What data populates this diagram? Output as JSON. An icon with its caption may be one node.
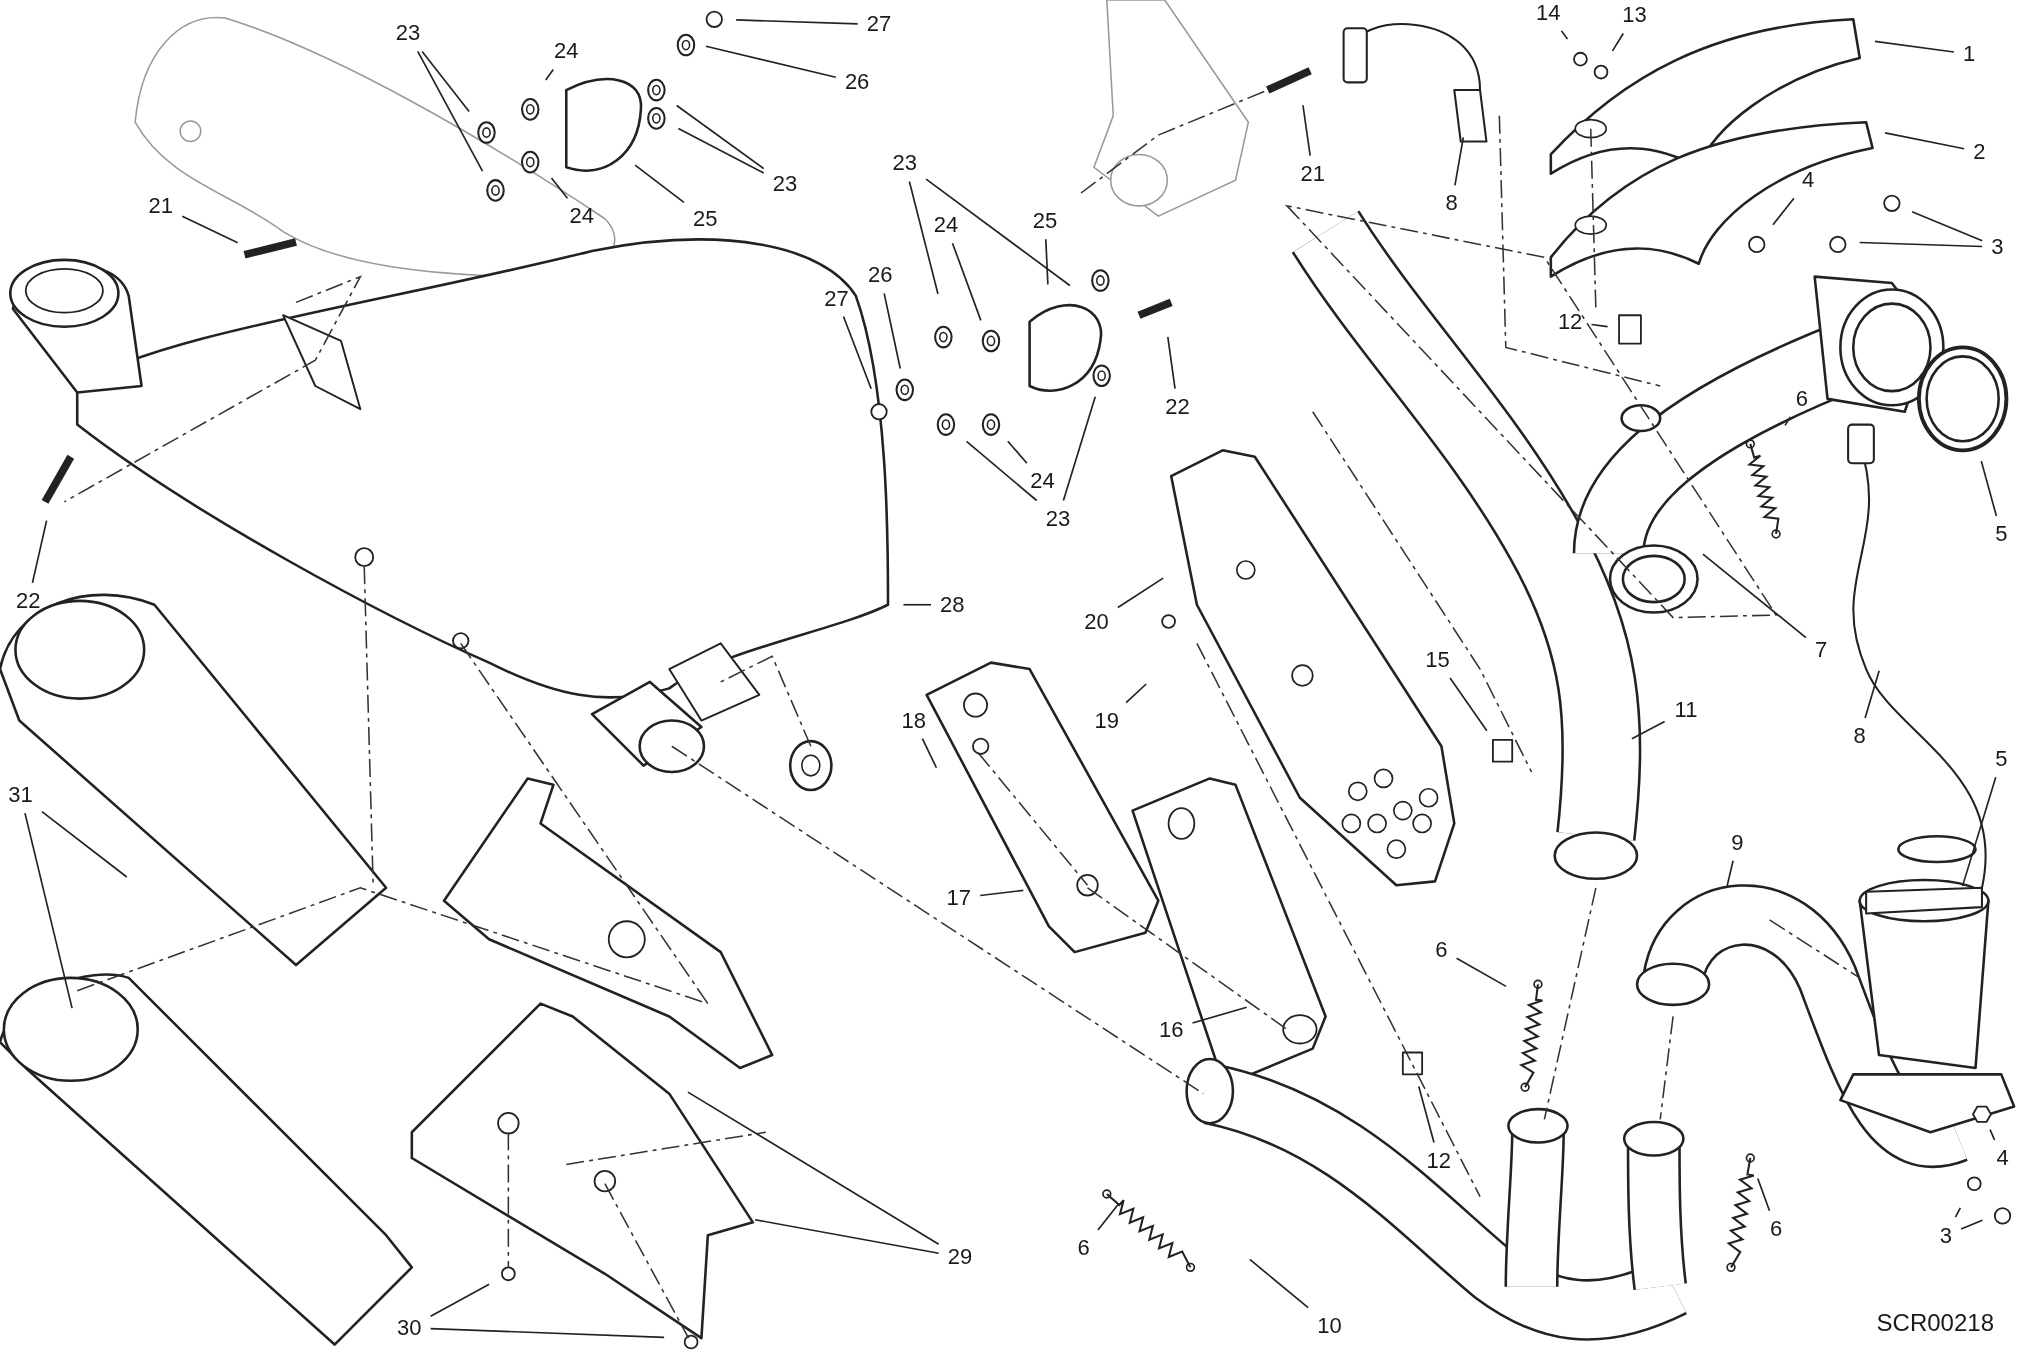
{
  "diagram": {
    "nodes": [
      {
        "text": [
          "27"
        ]
      },
      {
        "text": [
          "26"
        ]
      },
      {
        "text": [
          "23"
        ]
      },
      {
        "text": [
          "24"
        ]
      },
      {
        "text": [
          "25"
        ]
      },
      {
        "text": [
          "23"
        ]
      },
      {
        "text": [
          "24"
        ]
      },
      {
        "text": [
          "21"
        ]
      },
      {
        "text": [
          "22"
        ]
      },
      {
        "text": [
          "23"
        ]
      },
      {
        "text": [
          "24"
        ]
      },
      {
        "text": [
          "25"
        ]
      },
      {
        "text": [
          "26"
        ]
      },
      {
        "text": [
          "27"
        ]
      },
      {
        "text": [
          "22"
        ]
      },
      {
        "text": [
          "24"
        ]
      },
      {
        "text": [
          "23"
        ]
      },
      {
        "text": [
          "21"
        ]
      },
      {
        "text": [
          "8"
        ]
      },
      {
        "text": [
          "14"
        ]
      },
      {
        "text": [
          "13"
        ]
      },
      {
        "text": [
          "1"
        ]
      },
      {
        "text": [
          "2"
        ]
      },
      {
        "text": [
          "4"
        ]
      },
      {
        "text": [
          "3"
        ]
      },
      {
        "text": [
          "12"
        ]
      },
      {
        "text": [
          "6"
        ]
      },
      {
        "text": [
          "5"
        ]
      },
      {
        "text": [
          "7"
        ]
      },
      {
        "text": [
          "28"
        ]
      },
      {
        "text": [
          "20"
        ]
      },
      {
        "text": [
          "15"
        ]
      },
      {
        "text": [
          "19"
        ]
      },
      {
        "text": [
          "18"
        ]
      },
      {
        "text": [
          "11"
        ]
      },
      {
        "text": [
          "8"
        ]
      },
      {
        "text": [
          "5"
        ]
      },
      {
        "text": [
          "31"
        ]
      },
      {
        "text": [
          "9"
        ]
      },
      {
        "text": [
          "17"
        ]
      },
      {
        "text": [
          "6"
        ]
      },
      {
        "text": [
          "16"
        ]
      },
      {
        "text": [
          "12"
        ]
      },
      {
        "text": [
          "4"
        ]
      },
      {
        "text": [
          "6"
        ]
      },
      {
        "text": [
          "6"
        ]
      },
      {
        "text": [
          "3"
        ]
      },
      {
        "text": [
          "29"
        ]
      },
      {
        "text": [
          "10"
        ]
      },
      {
        "text": [
          "30"
        ]
      }
    ],
    "edges": [
      {
        "from": 0,
        "to": null,
        "arrow": "none"
      },
      {
        "from": 1,
        "to": null,
        "arrow": "none"
      },
      {
        "from": 2,
        "to": null,
        "arrow": "none"
      },
      {
        "from": 2,
        "to": null,
        "arrow": "none"
      },
      {
        "from": 3,
        "to": null,
        "arrow": "none"
      },
      {
        "from": 4,
        "to": null,
        "arrow": "none"
      },
      {
        "from": 5,
        "to": null,
        "arrow": "none"
      },
      {
        "from": 5,
        "to": null,
        "arrow": "none"
      },
      {
        "from": 6,
        "to": null,
        "arrow": "none"
      },
      {
        "from": 7,
        "to": null,
        "arrow": "none"
      },
      {
        "from": 8,
        "to": null,
        "arrow": "none"
      },
      {
        "from": 9,
        "to": null,
        "arrow": "none"
      },
      {
        "from": 9,
        "to": null,
        "arrow": "none"
      },
      {
        "from": 10,
        "to": null,
        "arrow": "none"
      },
      {
        "from": 11,
        "to": null,
        "arrow": "none"
      },
      {
        "from": 12,
        "to": null,
        "arrow": "none"
      },
      {
        "from": 13,
        "to": null,
        "arrow": "none"
      },
      {
        "from": 14,
        "to": null,
        "arrow": "none"
      },
      {
        "from": 15,
        "to": null,
        "arrow": "none"
      },
      {
        "from": 16,
        "to": null,
        "arrow": "none"
      },
      {
        "from": 16,
        "to": null,
        "arrow": "none"
      },
      {
        "from": 17,
        "to": null,
        "arrow": "none"
      },
      {
        "from": 18,
        "to": null,
        "arrow": "none"
      },
      {
        "from": 19,
        "to": null,
        "arrow": "none"
      },
      {
        "from": 20,
        "to": null,
        "arrow": "none"
      },
      {
        "from": 21,
        "to": null,
        "arrow": "none"
      },
      {
        "from": 22,
        "to": null,
        "arrow": "none"
      },
      {
        "from": 23,
        "to": null,
        "arrow": "none"
      },
      {
        "from": 24,
        "to": null,
        "arrow": "none"
      },
      {
        "from": 24,
        "to": null,
        "arrow": "none"
      },
      {
        "from": 25,
        "to": null,
        "arrow": "none"
      },
      {
        "from": 26,
        "to": null,
        "arrow": "none"
      },
      {
        "from": 27,
        "to": null,
        "arrow": "none"
      },
      {
        "from": 28,
        "to": null,
        "arrow": "none"
      },
      {
        "from": 29,
        "to": null,
        "arrow": "none"
      },
      {
        "from": 30,
        "to": null,
        "arrow": "none"
      },
      {
        "from": 31,
        "to": null,
        "arrow": "none"
      },
      {
        "from": 32,
        "to": null,
        "arrow": "none"
      },
      {
        "from": 33,
        "to": null,
        "arrow": "none"
      },
      {
        "from": 34,
        "to": null,
        "arrow": "none"
      },
      {
        "from": 35,
        "to": null,
        "arrow": "none"
      },
      {
        "from": 36,
        "to": null,
        "arrow": "none"
      },
      {
        "from": 37,
        "to": null,
        "arrow": "none"
      },
      {
        "from": 37,
        "to": null,
        "arrow": "none"
      },
      {
        "from": 38,
        "to": null,
        "arrow": "none"
      },
      {
        "from": 39,
        "to": null,
        "arrow": "none"
      },
      {
        "from": 40,
        "to": null,
        "arrow": "none"
      },
      {
        "from": 41,
        "to": null,
        "arrow": "none"
      },
      {
        "from": 42,
        "to": null,
        "arrow": "none"
      },
      {
        "from": 43,
        "to": null,
        "arrow": "none"
      },
      {
        "from": 44,
        "to": null,
        "arrow": "none"
      },
      {
        "from": 45,
        "to": null,
        "arrow": "none"
      },
      {
        "from": 46,
        "to": null,
        "arrow": "none"
      },
      {
        "from": 46,
        "to": null,
        "arrow": "none"
      },
      {
        "from": 47,
        "to": null,
        "arrow": "none"
      },
      {
        "from": 47,
        "to": null,
        "arrow": "none"
      },
      {
        "from": 48,
        "to": null,
        "arrow": "none"
      },
      {
        "from": 49,
        "to": null,
        "arrow": "none"
      },
      {
        "from": 49,
        "to": null,
        "arrow": "none"
      }
    ],
    "labels": [
      "SCR00218"
    ]
  }
}
